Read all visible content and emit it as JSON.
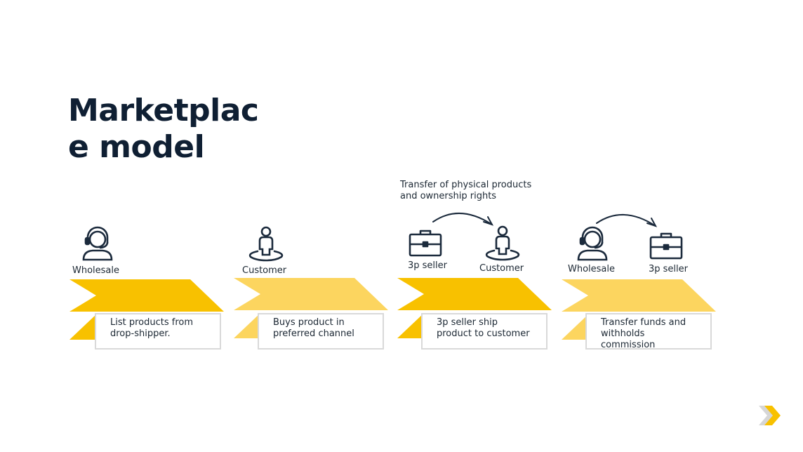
{
  "title": {
    "line1": "Marketplac",
    "line2": "e model"
  },
  "colors": {
    "dark_yellow": "#f8c100",
    "light_yellow": "#fcd55f",
    "navy": "#1b2a3c"
  },
  "transfer_note": {
    "line1": "Transfer of physical products",
    "line2": "and ownership rights"
  },
  "steps": [
    {
      "actors": [
        "Wholesale"
      ],
      "icons": [
        "headset-icon"
      ],
      "text": [
        "List products from",
        "drop-shipper."
      ]
    },
    {
      "actors": [
        "Customer"
      ],
      "icons": [
        "person-icon"
      ],
      "text": [
        "Buys product in",
        "preferred channel"
      ]
    },
    {
      "actors": [
        "3p seller",
        "Customer"
      ],
      "icons": [
        "briefcase-icon",
        "person-icon"
      ],
      "text": [
        "3p seller ship",
        "product to customer"
      ]
    },
    {
      "actors": [
        "Wholesale",
        "3p seller"
      ],
      "icons": [
        "headset-icon",
        "briefcase-icon"
      ],
      "text": [
        "Transfer funds and",
        "withholds",
        "commission"
      ]
    }
  ]
}
